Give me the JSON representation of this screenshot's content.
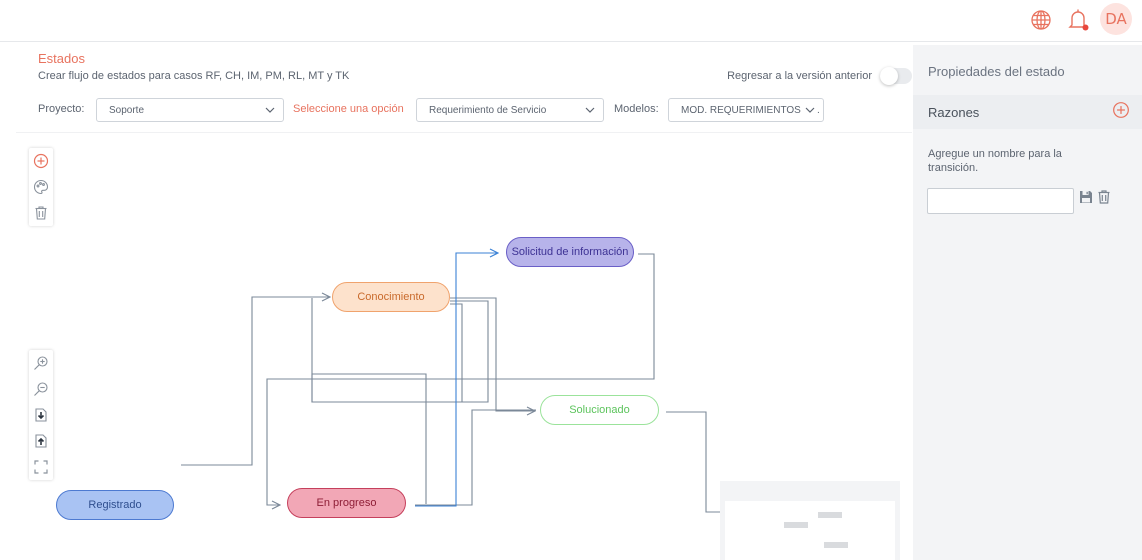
{
  "header": {
    "avatar_initials": "DA",
    "notification_color": "#e8473c"
  },
  "page": {
    "title": "Estados",
    "subtitle": "Crear flujo de estados para casos RF, CH, IM, PM, RL, MT y TK",
    "revert_label": "Regresar a la versión anterior"
  },
  "filters": {
    "project_label": "Proyecto:",
    "project_value": "Soporte",
    "option_label": "Seleccione una opción",
    "option_value": "Requerimiento de Servicio",
    "models_label": "Modelos:",
    "models_value": "MOD. REQUERIMIENTOS O..."
  },
  "nodes": {
    "registrado": "Registrado",
    "conocimiento": "Conocimiento",
    "solicitud": "Solicitud de información",
    "solucionado": "Solucionado",
    "en_progreso": "En progreso"
  },
  "colors": {
    "accent": "#e8735f",
    "registrado_fill": "#a9c3f3",
    "conocimiento_fill": "#fde2cc",
    "solicitud_fill": "#b7b3ea",
    "en_progreso_fill": "#f2a7b6",
    "link_default": "#7b8898",
    "link_selected": "#3b82d6"
  },
  "properties": {
    "title": "Propiedades del estado",
    "reasons_label": "Razones",
    "hint": "Agregue un nombre para la transición.",
    "name_value": ""
  }
}
